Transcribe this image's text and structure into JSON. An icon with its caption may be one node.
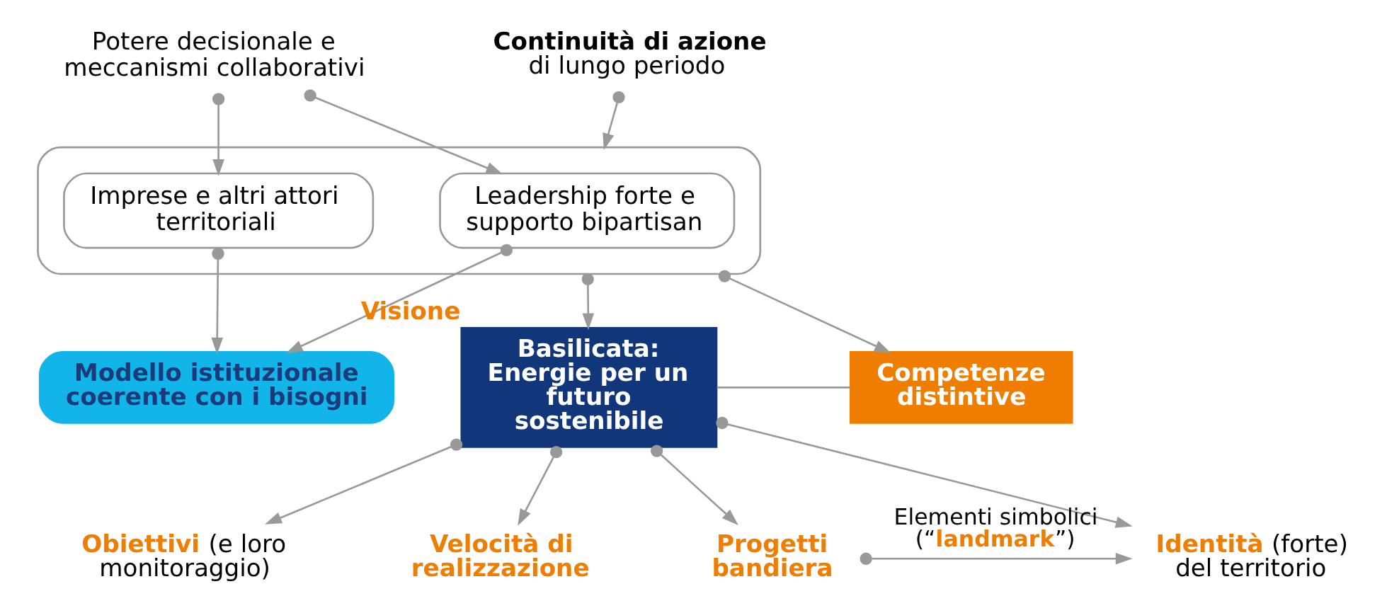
{
  "diagram": {
    "nodes": [
      {
        "text": [
          "Potere decisionale e meccanismi collaborativi"
        ]
      },
      {
        "text": [],
        "shape": "box"
      },
      {
        "text": [
          "Leadership forte e supporto bipartisan"
        ],
        "in": 1
      },
      {
        "text": [
          "Imprese e altri attori territoriali"
        ],
        "in": 1
      },
      {
        "text": [
          "Continuità di azione",
          "di lungo periodo"
        ]
      },
      {
        "text": [
          "Modello istituzionale coerente con i bisogni"
        ]
      },
      {
        "text": [
          "Basilicata: Energie per un futuro sostenibile"
        ],
        "beside": [
          "Visione"
        ]
      },
      {
        "text": [
          "Competenze distintive"
        ]
      },
      {
        "text": [
          "**Obiettivi** (e loro monitoraggio)"
        ]
      },
      {
        "text": [
          "Velocità di realizzazione"
        ]
      },
      {
        "text": [
          "**Identità** (forte) del territorio"
        ]
      },
      {
        "text": [
          "Progetti bandiera"
        ]
      }
    ],
    "edges": [
      {
        "from": 0,
        "to": 2,
        "arrow": "to"
      },
      {
        "from": 0,
        "to": 3,
        "arrow": "to"
      },
      {
        "from": 4,
        "to": 1,
        "arrow": "to"
      },
      {
        "from": 2,
        "to": 5,
        "arrow": "to"
      },
      {
        "from": 3,
        "to": 5,
        "arrow": "to"
      },
      {
        "from": 1,
        "to": 6,
        "arrow": "to"
      },
      {
        "from": 1,
        "to": 7,
        "arrow": "to"
      },
      {
        "from": 6,
        "to": 7,
        "arrow": "none"
      },
      {
        "from": 6,
        "to": 10,
        "arrow": "to"
      },
      {
        "from": 6,
        "to": 11,
        "arrow": "to"
      },
      {
        "from": 6,
        "to": 8,
        "arrow": "to"
      },
      {
        "from": 6,
        "to": 9,
        "arrow": "to"
      },
      {
        "from": 11,
        "to": 10,
        "arrow": "to",
        "label": "Elementi simbolici (“**landmark**”)"
      }
    ]
  }
}
